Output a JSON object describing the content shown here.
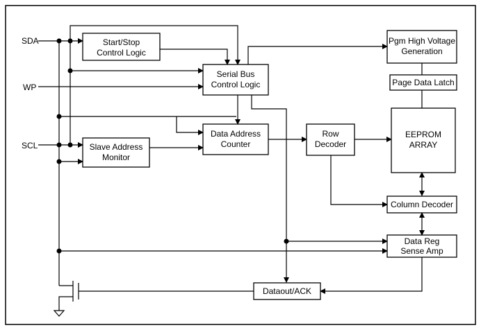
{
  "signals": {
    "sda": "SDA",
    "wp": "WP",
    "scl": "SCL"
  },
  "blocks": {
    "start_stop": [
      "Start/Stop",
      "Control Logic"
    ],
    "serial_bus": [
      "Serial Bus",
      "Control Logic"
    ],
    "pgm_hv": [
      "Pgm High Voltage",
      "Generation"
    ],
    "page_latch": [
      "Page Data Latch"
    ],
    "data_addr": [
      "Data Address",
      "Counter"
    ],
    "row_decoder": [
      "Row",
      "Decoder"
    ],
    "eeprom": [
      "EEPROM",
      "ARRAY"
    ],
    "slave_addr": [
      "Slave Address",
      "Monitor"
    ],
    "col_decoder": [
      "Column Decoder"
    ],
    "data_reg": [
      "Data Reg",
      "Sense Amp"
    ],
    "dataout": [
      "Dataout/ACK"
    ]
  }
}
